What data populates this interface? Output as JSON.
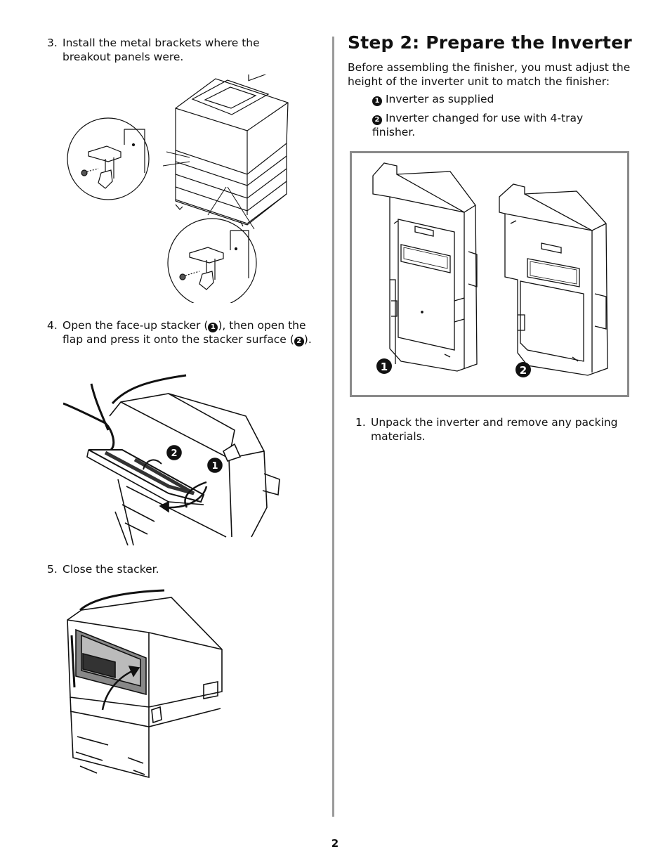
{
  "left": {
    "step3": {
      "num": "3.",
      "text": "Install the metal brackets where the breakout panels were."
    },
    "step4": {
      "num": "4.",
      "text_a": "Open the face-up stacker (",
      "marker1": "1",
      "text_b": "), then open the flap and press it onto the stacker surface (",
      "marker2": "2",
      "text_c": ")."
    },
    "step5": {
      "num": "5.",
      "text": "Close the stacker."
    },
    "figure_stacker_labels": [
      "1",
      "2"
    ]
  },
  "right": {
    "title": "Step 2: Prepare the Inverter",
    "intro": "Before assembling the finisher, you must adjust the height of the inverter unit to match the finisher:",
    "bullets": [
      {
        "marker": "1",
        "text": "Inverter as supplied"
      },
      {
        "marker": "2",
        "text": "Inverter changed for use with 4-tray finisher."
      }
    ],
    "figure_labels": [
      "1",
      "2"
    ],
    "step1": {
      "num": "1.",
      "text": "Unpack the inverter and remove any packing materials."
    }
  },
  "page_number": "2"
}
